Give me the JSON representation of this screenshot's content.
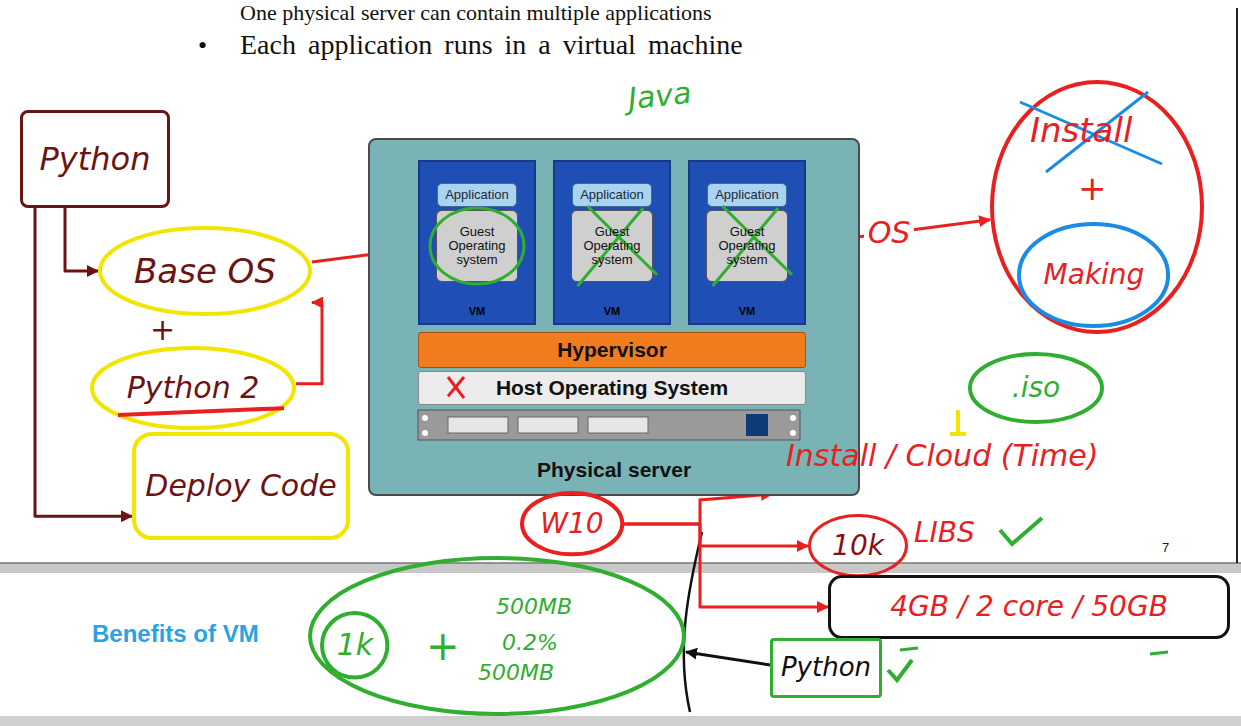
{
  "diagram": {
    "nodes": [
      {
        "text": [
          "Python"
        ]
      },
      {
        "text": [
          "Base OS"
        ]
      },
      {
        "text": [
          "Python 2"
        ]
      },
      {
        "text": [
          "Deploy Code"
        ]
      },
      {
        "text": [
          "Physical server"
        ]
      },
      {
        "text": [
          "VM"
        ],
        "in": 4
      },
      {
        "text": [
          "Application"
        ],
        "in": 5
      },
      {
        "text": [
          "Guest Operating system"
        ],
        "in": 5
      },
      {
        "text": [
          "VM"
        ],
        "in": 4
      },
      {
        "text": [
          "Application"
        ],
        "in": 8
      },
      {
        "text": [
          "Guest Operating system"
        ],
        "in": 8
      },
      {
        "text": [
          "VM"
        ],
        "in": 4
      },
      {
        "text": [
          "Application"
        ],
        "in": 11
      },
      {
        "text": [
          "Guest Operating system"
        ],
        "in": 11
      },
      {
        "text": [
          "Hypervisor"
        ],
        "in": 4
      },
      {
        "text": [
          "Host Operating System"
        ],
        "in": 4
      },
      {
        "text": [
          "Install",
          "+"
        ]
      },
      {
        "text": [
          "Making"
        ],
        "in": 16
      },
      {
        "text": [
          ".iso"
        ]
      },
      {
        "text": [
          "W10"
        ]
      },
      {
        "text": [
          "10k"
        ]
      },
      {
        "text": [
          "4GB / 2 core / 50GB"
        ]
      },
      {
        "text": [
          "500MB",
          "0.2%",
          "500MB"
        ]
      },
      {
        "text": [
          "1k"
        ],
        "in": 22
      },
      {
        "text": [
          "Python"
        ]
      }
    ],
    "edges": [
      {
        "from": 0,
        "to": 1,
        "arrow": "to"
      },
      {
        "from": 0,
        "to": 3,
        "arrow": "to"
      },
      {
        "from": 2,
        "to": 1,
        "arrow": "to"
      },
      {
        "from": 1,
        "to": 7,
        "arrow": "to"
      },
      {
        "from": 13,
        "to": 16,
        "label": "OS",
        "arrow": "to"
      },
      {
        "from": 19,
        "to": 20,
        "arrow": "to"
      },
      {
        "from": 19,
        "to": 21,
        "arrow": "to"
      },
      {
        "from": 24,
        "to": 22,
        "arrow": "to"
      }
    ],
    "labels": [
      "One physical server can contain multiple applications",
      "•",
      "Each application runs in a virtual machine",
      "Java",
      "+",
      "Install / Cloud (Time)",
      "LIBS",
      "Benefits of VM",
      "+",
      "7"
    ]
  }
}
